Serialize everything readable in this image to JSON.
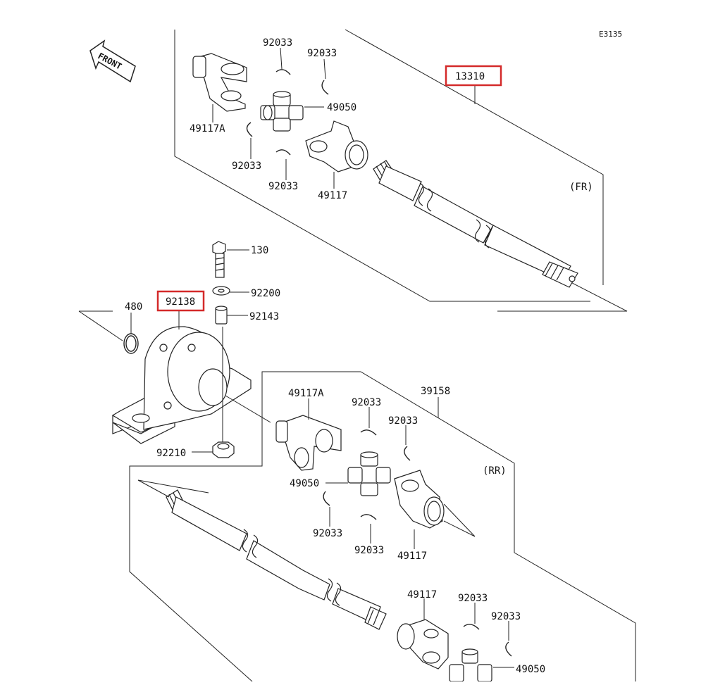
{
  "diagram": {
    "drawing_code": "E3135",
    "front_arrow_label": "FRONT",
    "section_front": "(FR)",
    "section_rear": "(RR)",
    "highlight_color": "#d42a2a",
    "line_color": "#222222",
    "parts": {
      "p13310": "13310",
      "p92138": "92138",
      "p49117A_top": "49117A",
      "p92033_a": "92033",
      "p92033_b": "92033",
      "p49050_top": "49050",
      "p92033_c": "92033",
      "p92033_d": "92033",
      "p49117_top": "49117",
      "p130": "130",
      "p92200": "92200",
      "p92143": "92143",
      "p480": "480",
      "p92210": "92210",
      "p39158": "39158",
      "p49117A_mid": "49117A",
      "p92033_e": "92033",
      "p92033_f": "92033",
      "p49050_mid": "49050",
      "p92033_g": "92033",
      "p92033_h": "92033",
      "p49117_mid": "49117",
      "p49117_bot": "49117",
      "p92033_i": "92033",
      "p92033_j": "92033",
      "p49050_bot": "49050"
    }
  }
}
